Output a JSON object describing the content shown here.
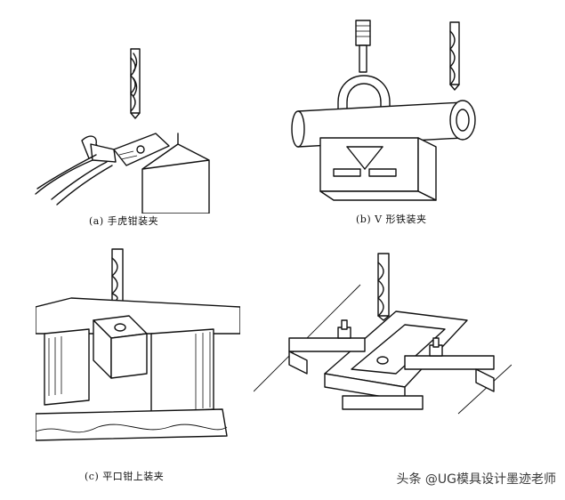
{
  "panels": {
    "a": {
      "caption": "(a) 手虎钳装夹"
    },
    "b": {
      "caption": "(b) V 形铁装夹"
    },
    "c": {
      "caption": "(c) 平口钳上装夹"
    },
    "d": {
      "caption": ""
    }
  },
  "watermark": "头条 @UG模具设计墨迹老师"
}
